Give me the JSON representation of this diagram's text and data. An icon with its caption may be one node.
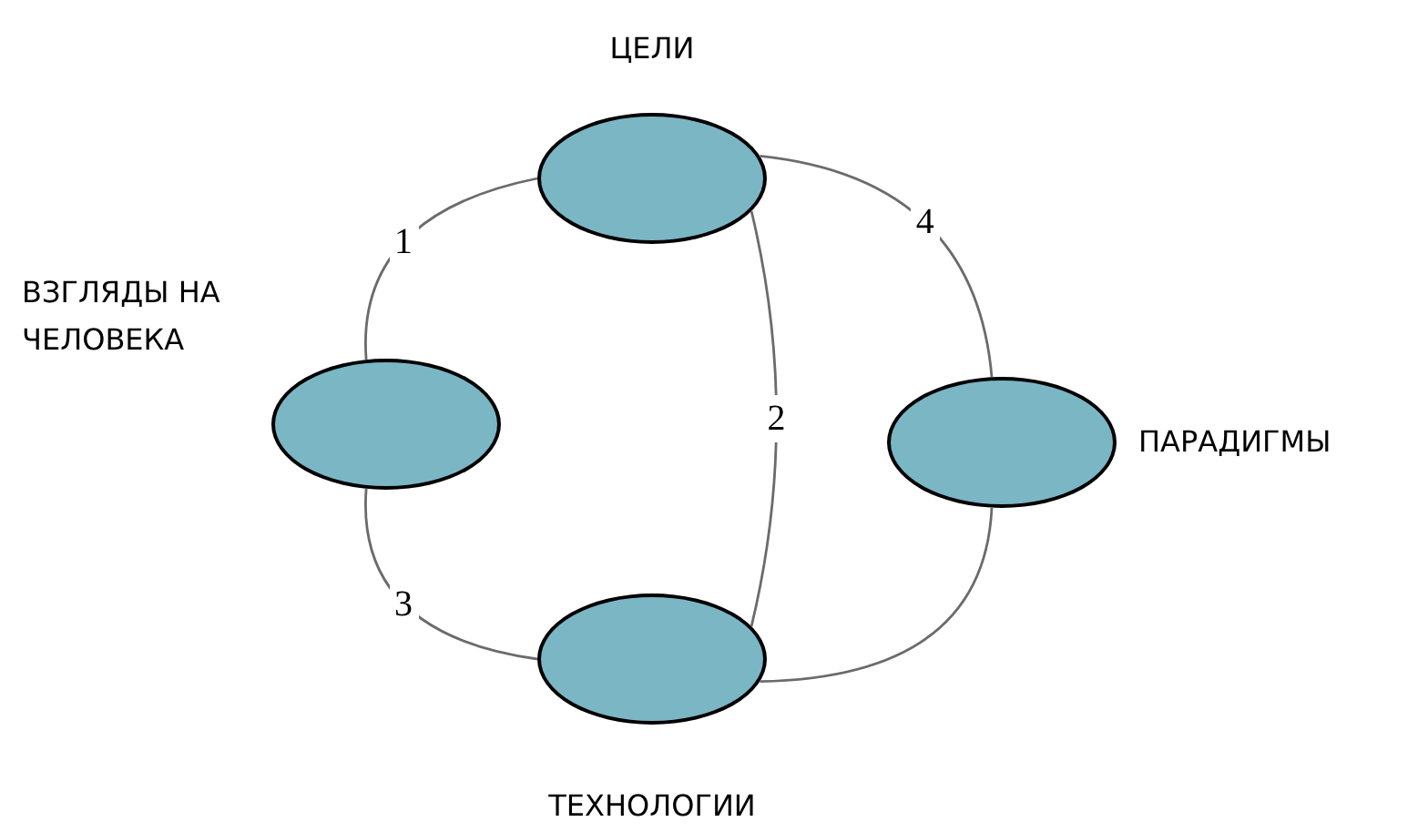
{
  "diagram": {
    "nodes": [
      {
        "text": [
          "ЦЕЛИ"
        ]
      },
      {
        "text": [
          "ВЗГЛЯДЫ НА ЧЕЛОВЕКА"
        ]
      },
      {
        "text": [
          "ПАРАДИГМЫ"
        ]
      },
      {
        "text": [
          "ТЕХНОЛОГИИ"
        ]
      }
    ],
    "edges": [
      {
        "from": 1,
        "to": 0,
        "arrow": "none",
        "label": "1"
      },
      {
        "from": 0,
        "to": 3,
        "arrow": "none",
        "label": "2"
      },
      {
        "from": 1,
        "to": 3,
        "arrow": "none",
        "label": "3"
      },
      {
        "from": 0,
        "to": 2,
        "arrow": "none",
        "label": "4"
      },
      {
        "from": 2,
        "to": 3,
        "arrow": "none"
      }
    ]
  }
}
